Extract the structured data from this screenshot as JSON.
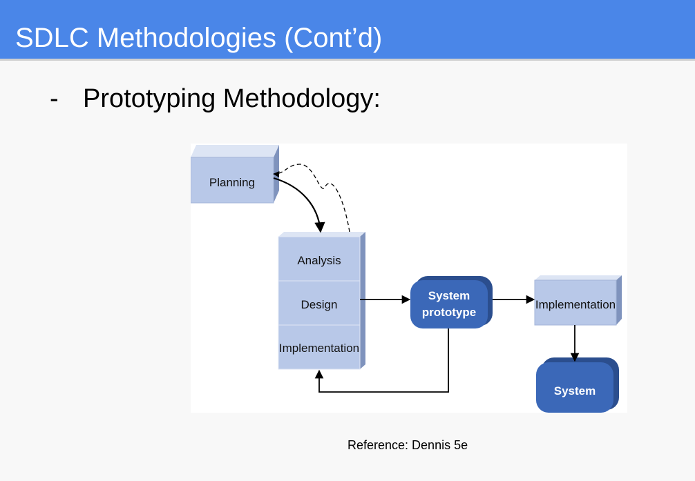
{
  "slide": {
    "title": "SDLC Methodologies (Cont’d)",
    "bullet_marker": "-",
    "bullet_text": "Prototyping Methodology:",
    "reference": "Reference: Dennis 5e"
  },
  "diagram": {
    "planning": "Planning",
    "analysis": "Analysis",
    "design": "Design",
    "implementation": "Implementation",
    "prototype_line1": "System",
    "prototype_line2": "prototype",
    "final_implementation": "Implementation",
    "system": "System"
  },
  "colors": {
    "header": "#4a86e8",
    "box_fill": "#b8c8e8",
    "rounded_fill": "#3b68b8"
  }
}
